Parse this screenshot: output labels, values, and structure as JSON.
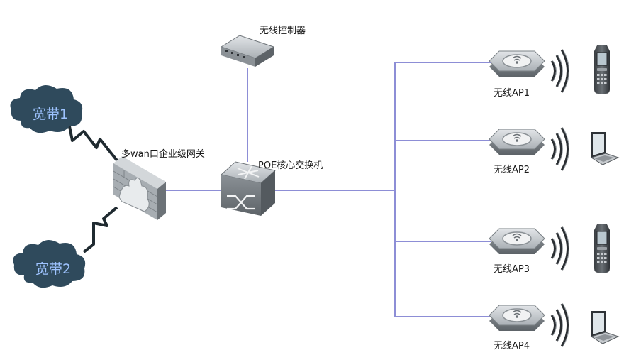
{
  "nodes": {
    "broadband1": {
      "label": "宽带1"
    },
    "broadband2": {
      "label": "宽带2"
    },
    "gateway": {
      "label": "多wan口企业级网关"
    },
    "controller": {
      "label": "无线控制器"
    },
    "poe_switch": {
      "label": "POE核心交换机"
    },
    "ap1": {
      "label": "无线AP1",
      "client": "mobile-phone"
    },
    "ap2": {
      "label": "无线AP2",
      "client": "laptop"
    },
    "ap3": {
      "label": "无线AP3",
      "client": "mobile-phone"
    },
    "ap4": {
      "label": "无线AP4",
      "client": "laptop"
    }
  },
  "colors": {
    "link": "#8d8ed6",
    "cloud": "#2f4a5c",
    "cloud_text": "#9ec3ff",
    "wan_link": "#1f2a30",
    "device_body": "#7d8388",
    "device_top": "#c7cbcf"
  }
}
